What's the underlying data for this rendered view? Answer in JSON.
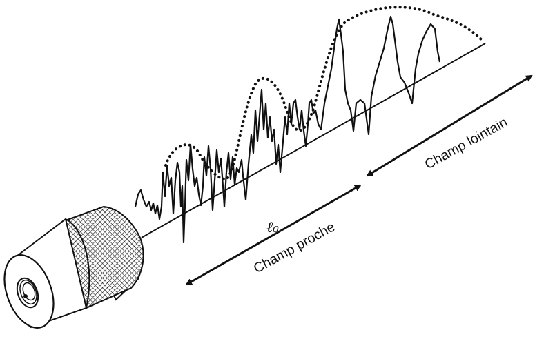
{
  "diagram": {
    "labels": {
      "near_field": "Champ proche",
      "far_field": "Champ lointain",
      "near_field_length_symbol": "ℓ₀"
    },
    "components": {
      "transducer": "transducer-probe",
      "beam_axis": "propagation-axis",
      "envelope": "dotted-pressure-envelope"
    }
  },
  "colors": {
    "ink": "#111111",
    "background": "#ffffff",
    "knurl_fill": "#8a8a8a"
  }
}
